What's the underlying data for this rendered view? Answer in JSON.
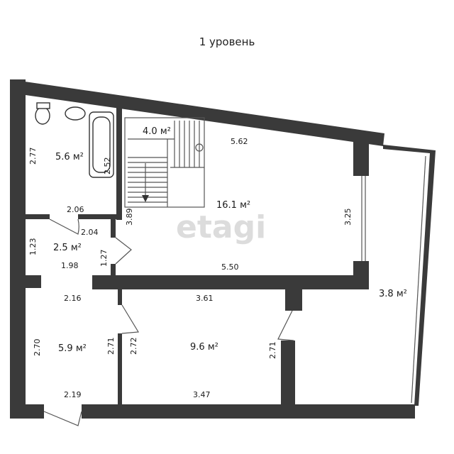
{
  "title": "1 уровень",
  "watermark": "etagi",
  "area_unit": "м²",
  "rooms": {
    "bathroom": "5.6",
    "stairs": "4.0",
    "living": "16.1",
    "wc": "2.5",
    "hall": "5.9",
    "bedroom": "9.6",
    "balcony": "3.8"
  },
  "dimensions": {
    "bath_left": "2.77",
    "bath_right": "2.52",
    "stair_top": "5.62",
    "wc_top": "2.06",
    "wc_inner": "2.04",
    "wc_left": "1.23",
    "wc_right": "1.27",
    "wc_bottom": "1.98",
    "hall_right_top": "3.89",
    "living_right": "3.25",
    "living_bottom": "5.50",
    "hall_top": "2.16",
    "hall_left": "2.70",
    "hall_right": "2.71",
    "bedroom_left": "2.72",
    "bedroom_top": "3.61",
    "bedroom_right": "2.71",
    "bedroom_bottom": "3.47",
    "hall_bottom": "2.19"
  }
}
